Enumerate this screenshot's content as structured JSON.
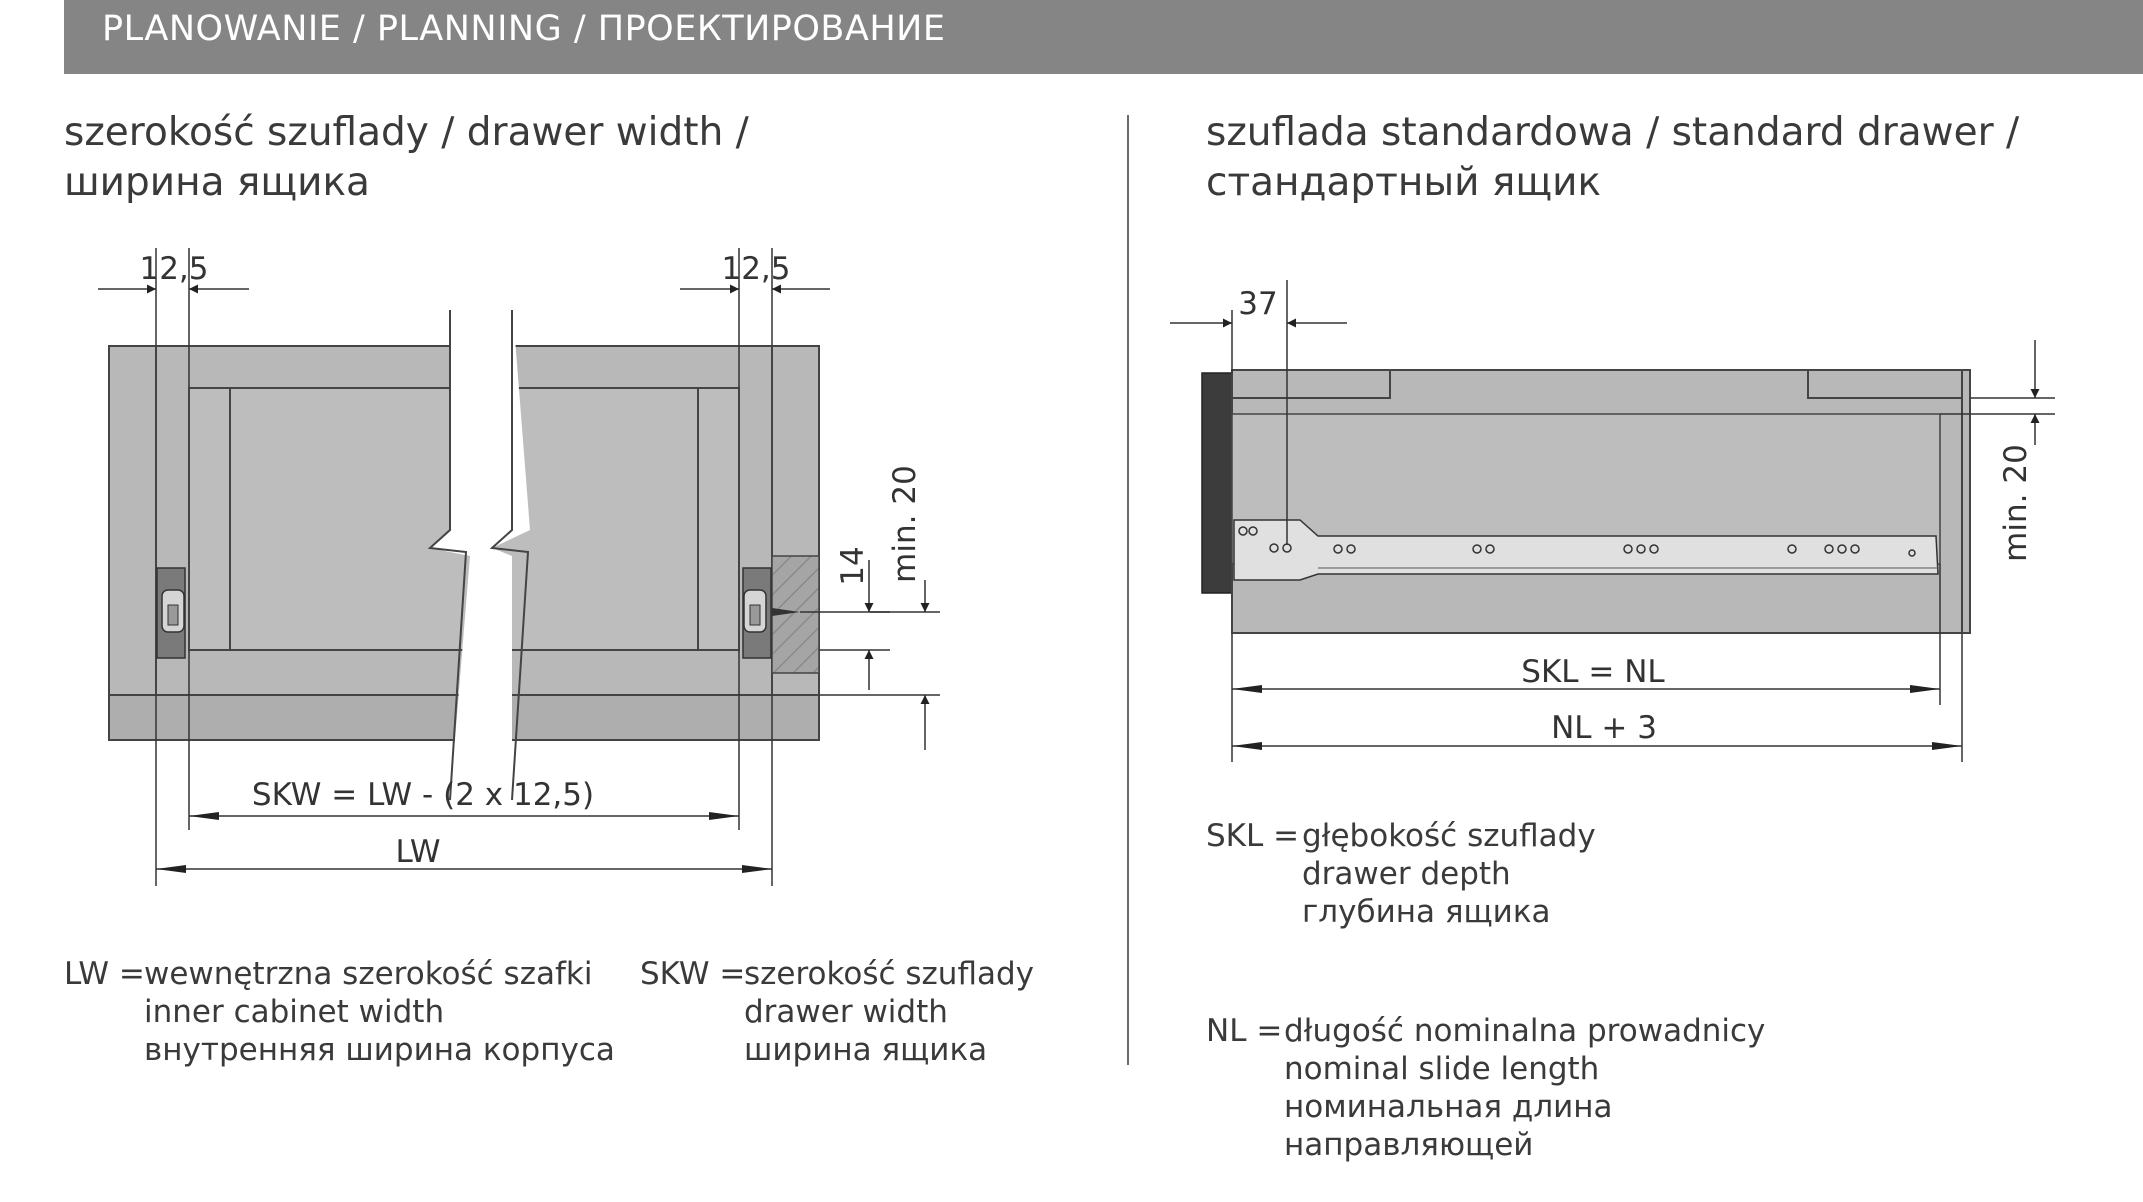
{
  "header": {
    "title": "PLANOWANIE / PLANNING / ПРОЕКТИРОВАНИЕ"
  },
  "left_section": {
    "title_line1": "szerokość szuflady / drawer width /",
    "title_line2": "ширина ящика",
    "dims": {
      "gap_left": "12,5",
      "gap_right": "12,5",
      "min20": "min. 20",
      "d14": "14",
      "skw_formula": "SKW = LW - (2 x 12,5)",
      "lw": "LW"
    }
  },
  "right_section": {
    "title_line1": "szuflada standardowa / standard drawer /",
    "title_line2": "стандартный ящик",
    "dims": {
      "d37": "37",
      "min20": "min. 20",
      "skl_nl": "SKL = NL",
      "nl3": "NL + 3"
    }
  },
  "legend": {
    "lw": {
      "term": "LW = ",
      "lines": [
        "wewnętrzna szerokość szafki",
        "inner cabinet width",
        "внутренняя ширина корпуса"
      ]
    },
    "skw": {
      "term": "SKW = ",
      "lines": [
        "szerokość szuflady",
        "drawer width",
        "ширина ящика"
      ]
    },
    "skl": {
      "term": "SKL = ",
      "lines": [
        "głębokość szuflady",
        "drawer depth",
        "глубина ящика"
      ]
    },
    "nl": {
      "term": "NL = ",
      "lines": [
        "długość nominalna prowadnicy",
        "nominal slide length",
        "номинальная длина",
        "направляющей"
      ]
    }
  },
  "colors": {
    "header_bg": "#858585",
    "panel_gray": "#b3b3b3",
    "panel_light": "#bdbdbd",
    "front_dark": "#3a3a3a"
  }
}
